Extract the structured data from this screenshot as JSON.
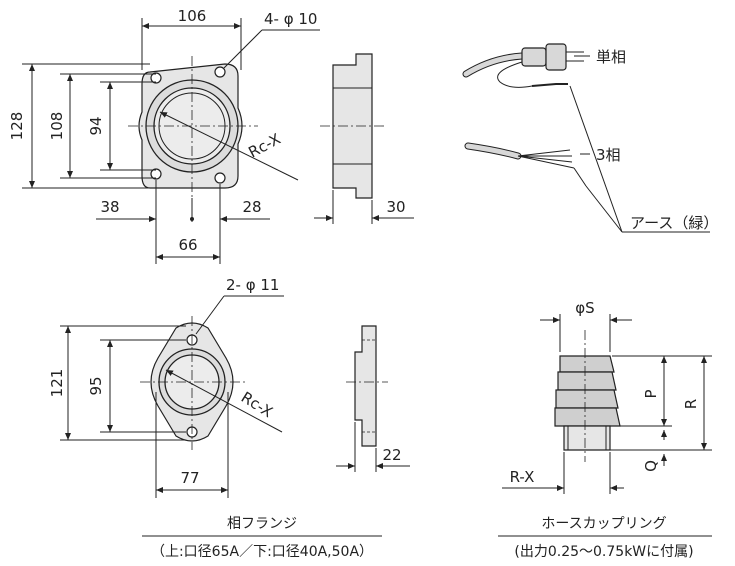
{
  "flange_large": {
    "width_106": "106",
    "holes": "4- φ 10",
    "height_128": "128",
    "height_108": "108",
    "height_94": "94",
    "thread": "Rc-X",
    "offset_38": "38",
    "offset_28": "28",
    "width_66": "66",
    "thickness_30": "30"
  },
  "flange_small": {
    "holes": "2- φ 11",
    "height_121": "121",
    "height_95": "95",
    "thread": "Rc-X",
    "width_77": "77",
    "thickness_22": "22"
  },
  "cords": {
    "single_phase": "単相",
    "three_phase": "3相",
    "earth": "アース（緑）"
  },
  "hose": {
    "dia_s": "φS",
    "dim_p": "P",
    "dim_r": "R",
    "dim_q": "Q",
    "thread": "R-X"
  },
  "captions": {
    "flange_title": "相フランジ",
    "flange_note": "（上:口径65A／下:口径40A,50A）",
    "hose_title": "ホースカップリング",
    "hose_note": "(出力0.25～0.75kWに付属)"
  }
}
